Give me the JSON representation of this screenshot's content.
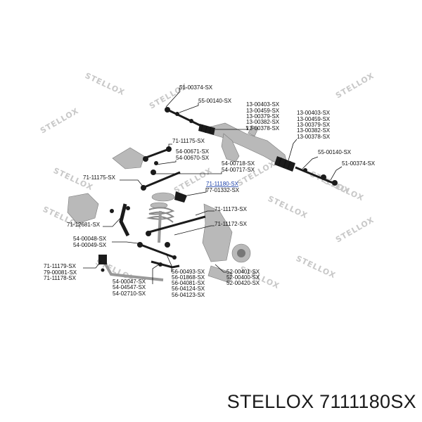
{
  "caption": "STELLOX 7111180SX",
  "watermark": "STELLOX",
  "colors": {
    "highlight": "#1a3fa8",
    "text": "#111111",
    "watermark": "#c8c8c8"
  },
  "part_numbers": {
    "p51_00374_a": "51-00374-SX",
    "p55_00140_a": "55-00140-SX",
    "l13_00403_a": "13-00403-SX",
    "l13_00459_a": "13-00459-SX",
    "l13_00379_a": "13-00379-SX",
    "l13_00382_a": "13-00382-SX",
    "l13_00378_a": "13-00378-SX",
    "l13_00403_b": "13-00403-SX",
    "l13_00459_b": "13-00459-SX",
    "l13_00379_b": "13-00379-SX",
    "l13_00382_b": "13-00382-SX",
    "l13_00378_b": "13-00378-SX",
    "p71_11175_a": "71-11175-SX",
    "p54_00671": "54-00671-SX",
    "p54_00670": "54-00670-SX",
    "p55_00140_b": "55-00140-SX",
    "p51_00374_b": "51-00374-SX",
    "p54_00718": "54-00718-SX",
    "p54_00717": "54-00717-SX",
    "p71_11175_b": "71-11175-SX",
    "p71_11180": "71-11180-SX",
    "p77_01332": "77-01332-SX",
    "p71_11173": "71-11173-SX",
    "p71_12681": "71-12681-SX",
    "p71_11172": "71-11172-SX",
    "p54_00048": "54-00048-SX",
    "p54_00049": "54-00049-SX",
    "p71_11179": "71-11179-SX",
    "p79_00081": "79-00081-SX",
    "p71_11178": "71-11178-SX",
    "p56_00493": "56-00493-SX",
    "p56_01868": "56-01868-SX",
    "p56_04081": "56-04081-SX",
    "p56_04124": "56-04124-SX",
    "p56_04123": "56-04123-SX",
    "p52_00401": "52-00401-SX",
    "p52_00400": "52-00400-SX",
    "p52_00420": "52-00420-SX",
    "p54_00047": "54-00047-SX",
    "p54_04547": "54-04547-SX",
    "p54_02710": "54-02710-SX"
  }
}
